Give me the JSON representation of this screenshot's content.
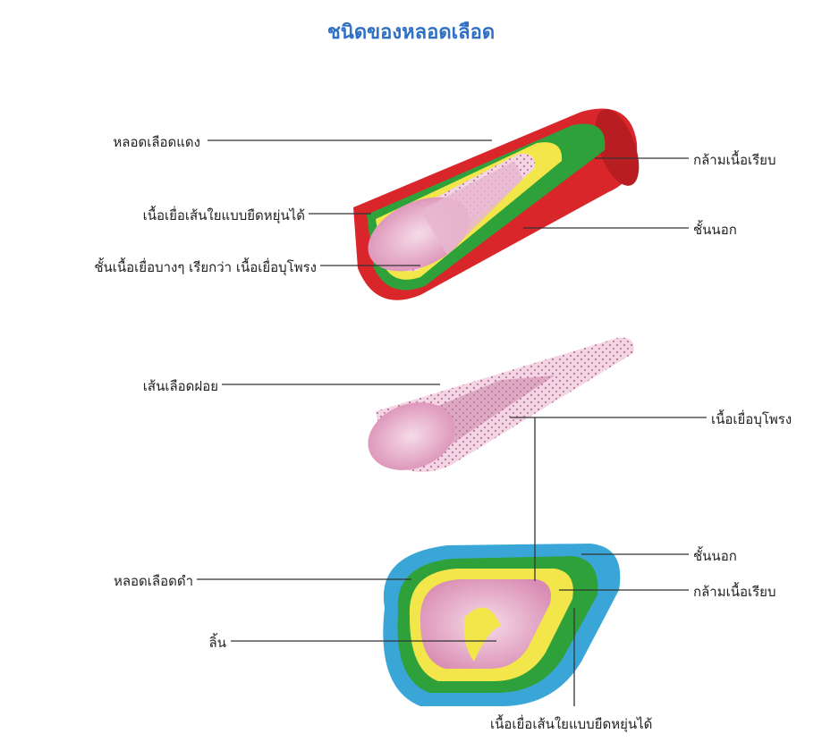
{
  "title": "ชนิดของหลอดเลือด",
  "artery": {
    "name": "หลอดเลือดแดง",
    "elastic": "เนื้อเยื่อเส้นใยแบบยืดหยุ่นได้",
    "endothelium": "ชั้นเนื้อเยื่อบางๆ เรียกว่า เนื้อเยื่อบุโพรง",
    "smooth_muscle": "กล้ามเนื้อเรียบ",
    "outer": "ชั้นนอก"
  },
  "capillary": {
    "name": "เส้นเลือดฝอย",
    "endothelium": "เนื้อเยื่อบุโพรง"
  },
  "vein": {
    "name": "หลอดเลือดดำ",
    "valve": "ลิ้น",
    "outer": "ชั้นนอก",
    "smooth_muscle": "กล้ามเนื้อเรียบ",
    "elastic": "เนื้อเยื่อเส้นใยแบบยืดหยุ่นได้"
  },
  "colors": {
    "title": "#2f6fc4",
    "artery_outer": "#d8262b",
    "muscle": "#2fa13a",
    "elastic": "#f2e64a",
    "lumen": "#e7b6cf",
    "vein_outer": "#3aa6d8"
  }
}
